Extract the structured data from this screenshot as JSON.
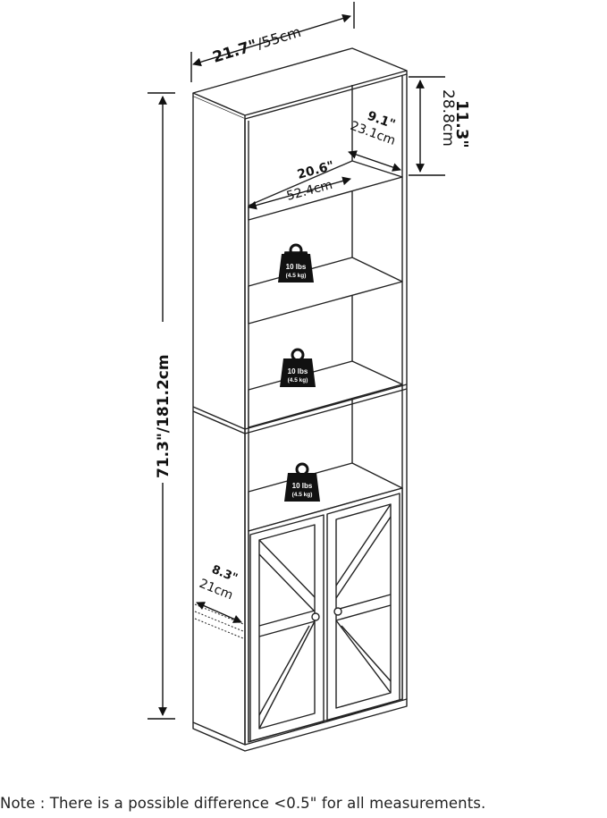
{
  "dimensions": {
    "width_in": "21.7\"",
    "width_cm": "/55cm",
    "height": "71.3\"/181.2cm",
    "shelf_height_in": "11.3\"",
    "shelf_height_cm": "28.8cm",
    "depth_top_in": "9.1\"",
    "depth_top_cm": "23.1cm",
    "shelf_width_in": "20.6\"",
    "shelf_width_cm": "52.4cm",
    "depth_bottom_in": "8.3\"",
    "depth_bottom_cm": "21cm"
  },
  "weight_badges": [
    {
      "lbs": "10 lbs",
      "kg": "(4.5 kg)"
    },
    {
      "lbs": "10 lbs",
      "kg": "(4.5 kg)"
    },
    {
      "lbs": "10 lbs",
      "kg": "(4.5 kg)"
    }
  ],
  "note": "Note : There is a possible difference <0.5\" for all measurements."
}
